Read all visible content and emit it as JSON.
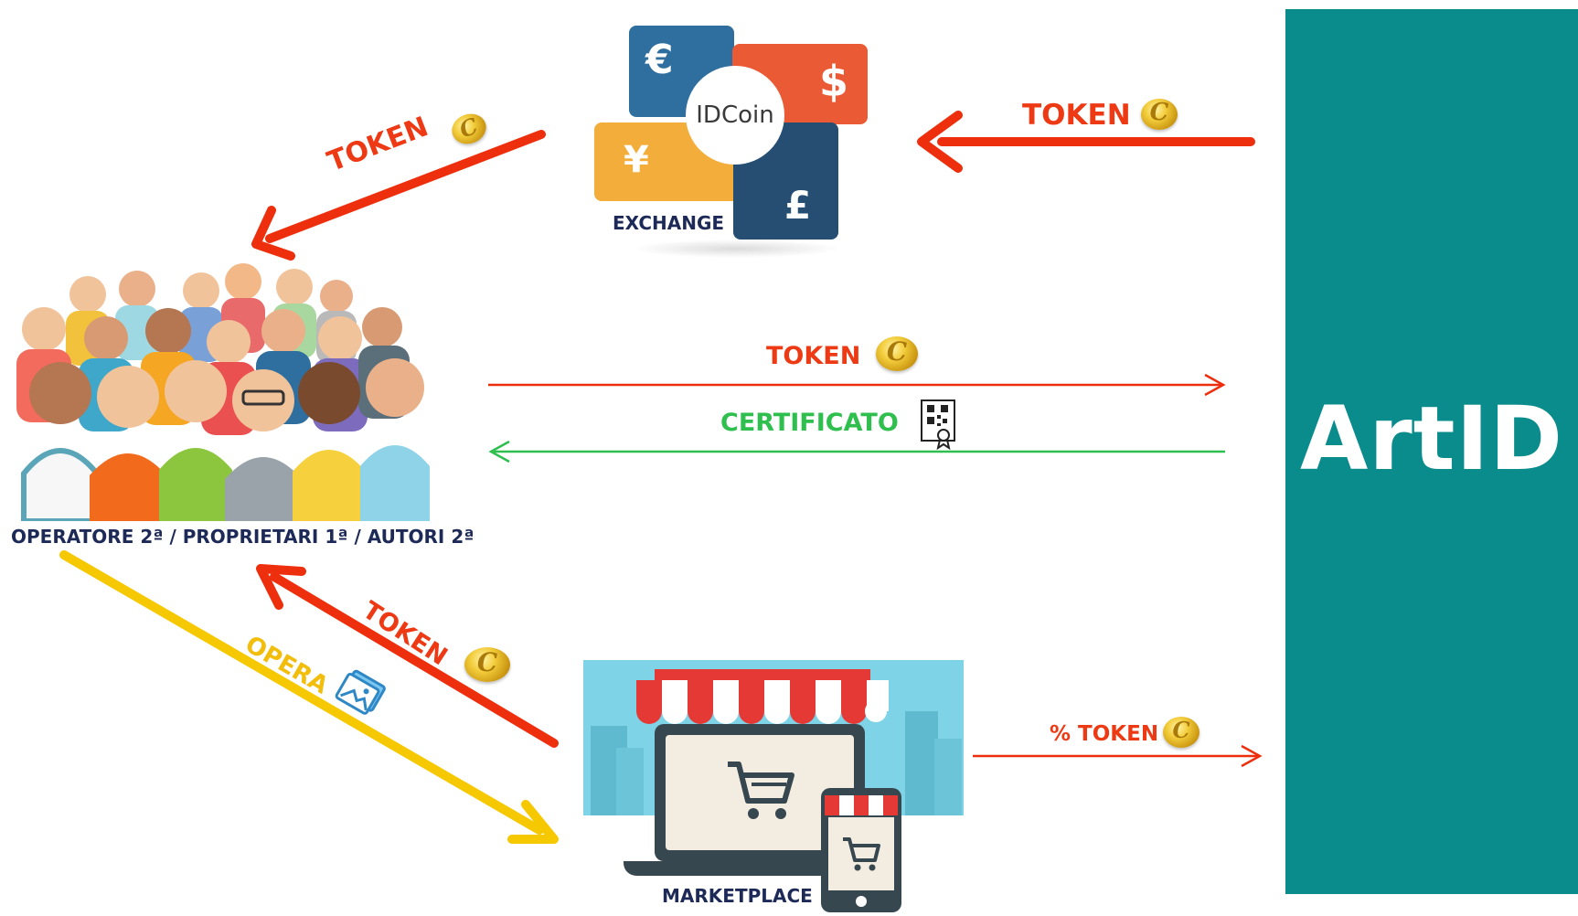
{
  "brand": {
    "title": "ArtID",
    "color": "#0b8c8c"
  },
  "exchange": {
    "center_label": "IDCoin",
    "caption": "EXCHANGE",
    "currency_symbols": [
      "€",
      "$",
      "¥",
      "£"
    ],
    "tile_colors": [
      "#2f6f9f",
      "#ea5a34",
      "#f3ad3b",
      "#264e72"
    ]
  },
  "people": {
    "caption": "OPERATORE 2ª / PROPRIETARI 1ª / AUTORI 2ª"
  },
  "marketplace": {
    "caption": "MARKETPLACE"
  },
  "flows": {
    "artid_to_exchange": "TOKEN",
    "exchange_to_people": "TOKEN",
    "people_to_artid": "TOKEN",
    "artid_to_people": "CERTIFICATO",
    "market_to_people": "TOKEN",
    "people_to_market": "OPERA",
    "market_to_artid": "% TOKEN"
  },
  "colors": {
    "token": "#ee3a14",
    "certificate": "#2fbf4f",
    "artwork": "#f5c800"
  }
}
